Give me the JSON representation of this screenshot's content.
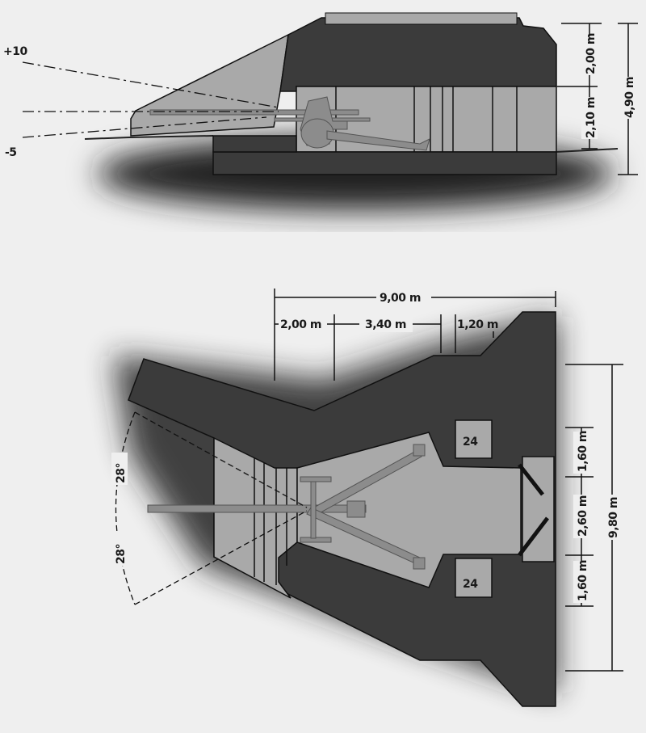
{
  "side_view": {
    "elevation_up": "+10",
    "elevation_down": "-5",
    "dim_roof": "2,00 m",
    "dim_chamber": "2,10 m",
    "dim_total_height": "4,90 m"
  },
  "plan_view": {
    "dim_total_width": "9,00 m",
    "dim_a": "2,00 m",
    "dim_b": "3,40 m",
    "dim_c": "1,20 m",
    "dim_side_top": "1,60 m",
    "dim_door": "2,60 m",
    "dim_side_bottom": "1,60 m",
    "dim_total_length": "9,80 m",
    "angle_left": "28°",
    "angle_right": "28°",
    "room_top": "24",
    "room_bottom": "24"
  },
  "colors": {
    "concrete": "#3b3b3b",
    "interior": "#a9a9a9",
    "gun": "#8c8c8c",
    "background": "#efefef"
  }
}
